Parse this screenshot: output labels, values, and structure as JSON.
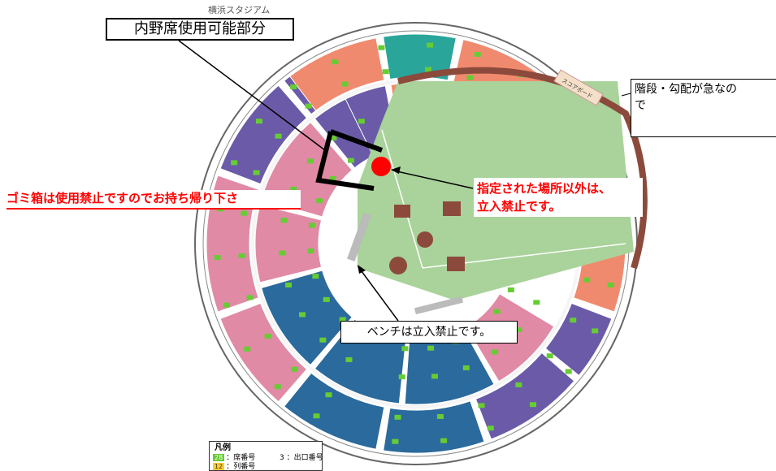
{
  "header": {
    "stadium_label": "横浜スタジアム"
  },
  "callouts": {
    "infield_usable": "内野席使用可能部分",
    "steep_stairs": "階段・勾配が急なの\nで",
    "trash_rule": "ゴミ箱は使用禁止ですのでお持ち帰り下さ",
    "restricted_area": "指定された場所以外は、\n立入禁止です。",
    "bench_rule": "ベンチは立入禁止です。"
  },
  "legend": {
    "title": "凡例",
    "seat_number_chip": "28",
    "seat_number": "：席番号",
    "row_number_chip": "12",
    "row_number": "：列番号",
    "exit_number": "3 ：出口番号"
  },
  "scoreboard_label": "スコアボード",
  "colors": {
    "field_green": "#a9d39a",
    "dirt_brown": "#8c4a3c",
    "seat_pink": "#e08aa6",
    "seat_purple": "#6a5aa8",
    "seat_blue": "#2b6a9c",
    "seat_salmon": "#f08a6e",
    "seat_teal": "#2aa59a",
    "row_label_green": "#66cc33",
    "alert_red": "#ff0000"
  },
  "map_icons": [
    "stadium-seating-map",
    "marker-dot-icon"
  ]
}
